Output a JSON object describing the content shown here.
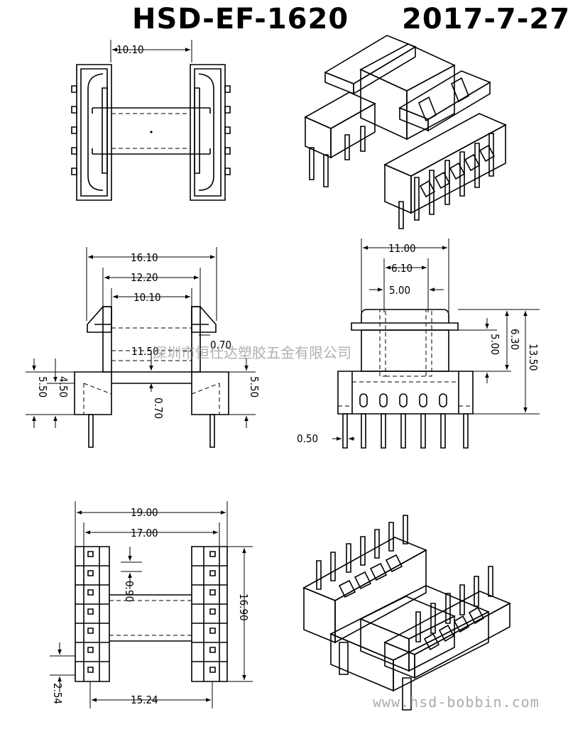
{
  "header": {
    "part_number": "HSD-EF-1620",
    "date": "2017-7-27"
  },
  "watermarks": {
    "company_cn": "深圳市恒仕达塑胶五金有限公司",
    "website": "www.hsd-bobbin.com"
  },
  "dimensions": {
    "top_view_width": "10.10",
    "front_overall": "16.10",
    "front_inner": "12.20",
    "front_core": "10.10",
    "front_flange_thickness": "0.70",
    "front_center": "11.50",
    "front_wall": "0.70",
    "front_pin_height_a": "4.50",
    "front_pin_height_b": "5.50",
    "front_pin_height_c": "5.50",
    "side_overall": "11.00",
    "side_window": "6.10",
    "side_core": "5.00",
    "side_height_a": "6.30",
    "side_height_b": "5.00",
    "side_total_height": "13.50",
    "side_pin_dia": "0.50",
    "bottom_overall": "19.00",
    "bottom_inner": "17.00",
    "bottom_gap": "0.90",
    "bottom_length": "16.90",
    "bottom_pin_spacing": "15.24",
    "bottom_pitch": "2.54"
  },
  "colors": {
    "line": "#000000",
    "watermark": "#969696"
  }
}
